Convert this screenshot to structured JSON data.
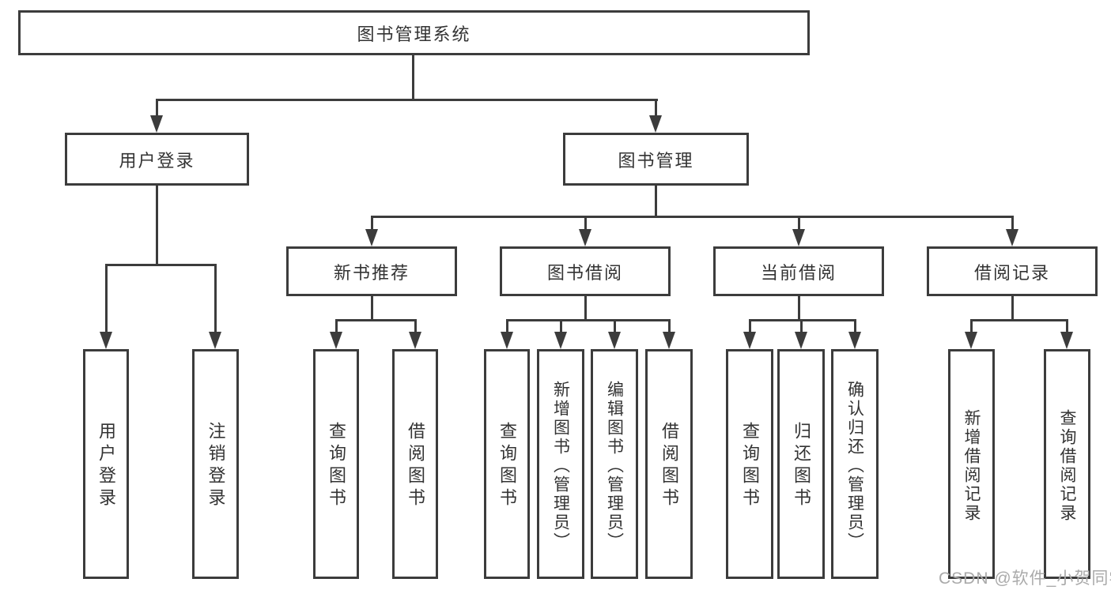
{
  "diagram": {
    "type": "tree",
    "root": {
      "label": "图书管理系统",
      "children": [
        {
          "label": "用户登录",
          "children": [
            {
              "label": "用户登录"
            },
            {
              "label": "注销登录"
            }
          ]
        },
        {
          "label": "图书管理",
          "children": [
            {
              "label": "新书推荐",
              "children": [
                {
                  "label": "查询图书"
                },
                {
                  "label": "借阅图书"
                }
              ]
            },
            {
              "label": "图书借阅",
              "children": [
                {
                  "label": "查询图书"
                },
                {
                  "label": "新增图书（管理员）"
                },
                {
                  "label": "编辑图书（管理员）"
                },
                {
                  "label": "借阅图书"
                }
              ]
            },
            {
              "label": "当前借阅",
              "children": [
                {
                  "label": "查询图书"
                },
                {
                  "label": "归还图书"
                },
                {
                  "label": "确认归还（管理员）"
                }
              ]
            },
            {
              "label": "借阅记录",
              "children": [
                {
                  "label": "新增借阅记录"
                },
                {
                  "label": "查询借阅记录"
                }
              ]
            }
          ]
        }
      ]
    }
  },
  "watermark": {
    "text": "CSDN @软件_小贺同学"
  },
  "colors": {
    "line": "#3c3c3c",
    "box_border": "#3c3c3c",
    "text": "#333333",
    "watermark": "#aaaaaa",
    "background": "#ffffff"
  }
}
